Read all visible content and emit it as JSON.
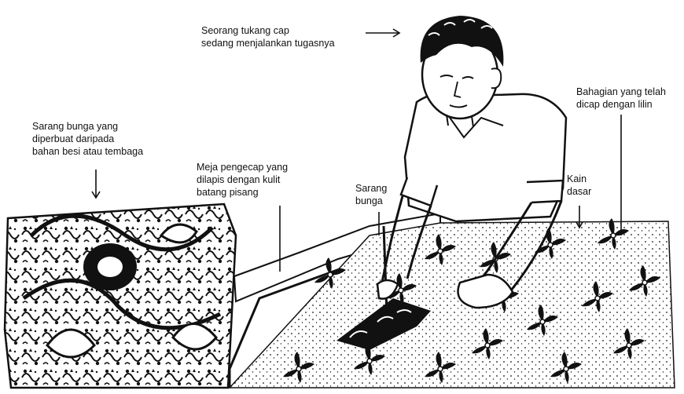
{
  "labels": {
    "tukang_cap": {
      "line1": "Seorang tukang cap",
      "line2": "sedang menjalankan tugasnya"
    },
    "sarang_besi": {
      "line1": "Sarang bunga yang",
      "line2": "diperbuat daripada",
      "line3": "bahan besi atau tembaga"
    },
    "meja": {
      "line1": "Meja pengecap yang",
      "line2": "dilapis dengan kulit",
      "line3": "batang pisang"
    },
    "sarang_bunga": {
      "line1": "Sarang",
      "line2": "bunga"
    },
    "kain_dasar": {
      "line1": "Kain",
      "line2": "dasar"
    },
    "bahagian": {
      "line1": "Bahagian yang telah",
      "line2": "dicap dengan lilin"
    }
  },
  "colors": {
    "ink": "#111111",
    "paper": "#ffffff"
  }
}
